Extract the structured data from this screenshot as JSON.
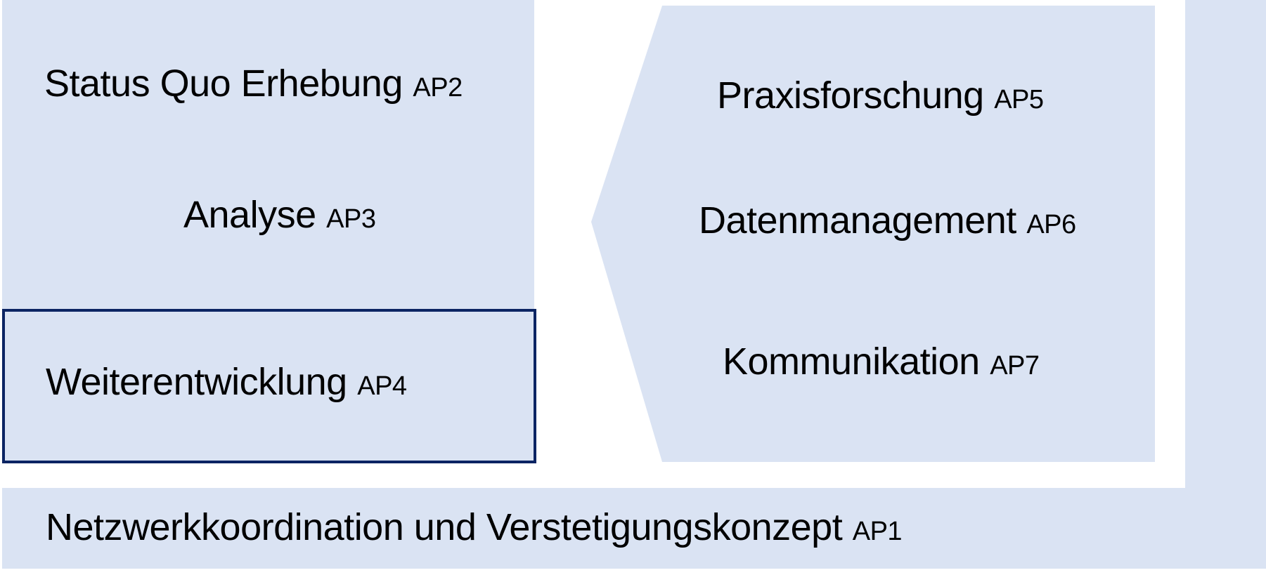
{
  "colors": {
    "fill": "#dae3f3",
    "highlight_border": "#0b2463"
  },
  "left_column": {
    "items": [
      {
        "label": "Status Quo Erhebung",
        "code": "AP2"
      },
      {
        "label": "Analyse",
        "code": "AP3"
      },
      {
        "label": "Weiterentwicklung",
        "code": "AP4"
      }
    ]
  },
  "right_column": {
    "items": [
      {
        "label": "Praxisforschung",
        "code": "AP5"
      },
      {
        "label": "Datenmanagement",
        "code": "AP6"
      },
      {
        "label": "Kommunikation",
        "code": "AP7"
      }
    ]
  },
  "bottom_bar": {
    "label": "Netzwerkkoordination und Verstetigungskonzept",
    "code": "AP1"
  }
}
